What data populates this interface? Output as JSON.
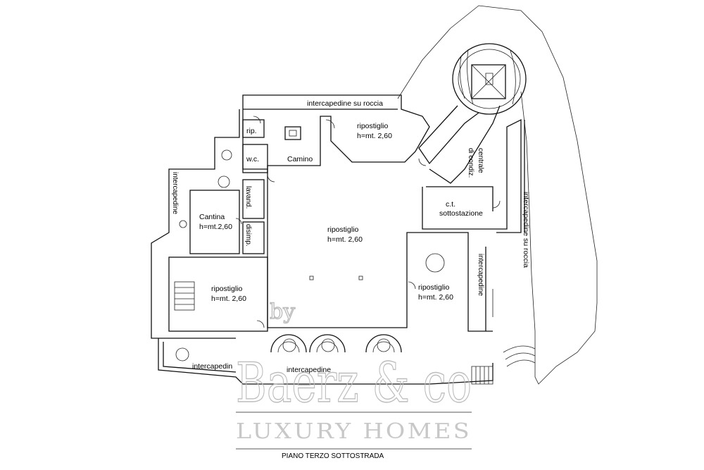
{
  "rooms": {
    "intercapedine_top": "intercapedine su roccia",
    "ripostiglio_top_name": "ripostiglio",
    "ripostiglio_top_height": "h=mt. 2,60",
    "rip": "rip.",
    "camino": "Camino",
    "wc": "w.c.",
    "lavand": "lavand.",
    "intercapedine_left": "intercapedine",
    "cantina_name": "Cantina",
    "cantina_height": "h=mt.2,60",
    "disimp": "disimp.",
    "ripostiglio_center_name": "ripostiglio",
    "ripostiglio_center_height": "h=mt. 2,60",
    "centrale_line1": "centrale",
    "centrale_line2": "di condiz.",
    "ct_line1": "c.t.",
    "ct_line2": "sottostazione",
    "intercapedine_right_rock": "intercapedine su roccia",
    "intercapedine_right": "intercapedine",
    "ripostiglio_left_name": "ripostiglio",
    "ripostiglio_left_height": "h=mt. 2,60",
    "ripostiglio_right_name": "ripostiglio",
    "ripostiglio_right_height": "h=mt. 2,60",
    "intercapedine_bottom_left": "intercapedin",
    "intercapedine_bottom_center": "intercapedine"
  },
  "watermark": {
    "by": "by",
    "brand": "Baerz & co",
    "tagline": "LUXURY HOMES"
  },
  "plan_title": "PIANO TERZO SOTTOSTRADA"
}
